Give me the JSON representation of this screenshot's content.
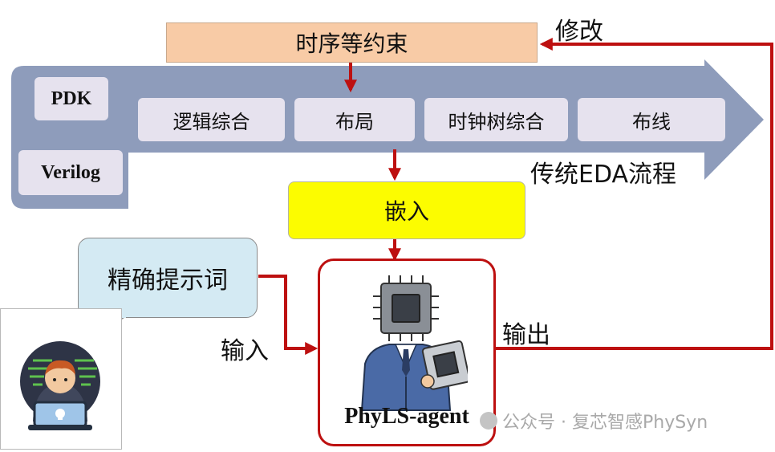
{
  "timing_box": "时序等约束",
  "modify_label": "修改",
  "pdk_chip": "PDK",
  "verilog_chip": "Verilog",
  "stages": [
    "逻辑综合",
    "布局",
    "时钟树综合",
    "布线"
  ],
  "flow_label": "传统EDA流程",
  "embed_box": "嵌入",
  "prompt_bubble": "精确提示词",
  "input_label": "输入",
  "output_label": "输出",
  "agent_name": "PhyLS-agent",
  "watermark": "公众号 · 复芯智感PhySyn",
  "colors": {
    "flow_arrow": "#8e9cbb",
    "stage_box": "#e6e2ee",
    "timing_box": "#f8cba6",
    "embed_box": "#fcfc00",
    "bubble": "#d4eaf3",
    "connector": "#bd1010"
  }
}
